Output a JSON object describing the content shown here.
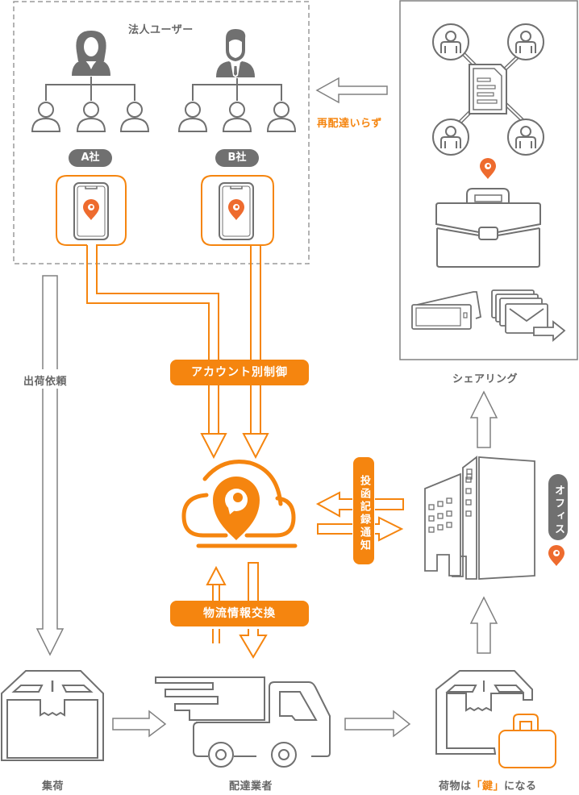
{
  "colors": {
    "accent": "#F5850F",
    "pin": "#EE6B2E",
    "line": "#707070",
    "dashed_frame": "#9a9a9a",
    "text": "#666666"
  },
  "corporate": {
    "title": "法人ユーザー",
    "company_a": "A社",
    "company_b": "B社"
  },
  "labels": {
    "shipping_request": "出荷依頼",
    "account_control": "アカウント別制御",
    "logistics_exchange": "物流情報交換",
    "drop_record_notice": "投函記録通知",
    "no_redelivery": "再配達いらず",
    "sharing": "シェアリング",
    "office": "オフィス"
  },
  "bottom": {
    "pickup": "集荷",
    "carrier": "配達業者",
    "package_prefix": "荷物は",
    "package_key": "「鍵」",
    "package_suffix": "になる"
  },
  "icons": [
    "female-manager-icon",
    "male-manager-icon",
    "user-icon",
    "smartphone-icon",
    "location-pin-icon",
    "cloud-pin-icon",
    "network-document-icon",
    "briefcase-icon",
    "ticket-icon",
    "mail-forward-icon",
    "office-building-icon",
    "package-box-icon",
    "delivery-truck-icon",
    "package-lock-icon",
    "arrow-icon"
  ]
}
